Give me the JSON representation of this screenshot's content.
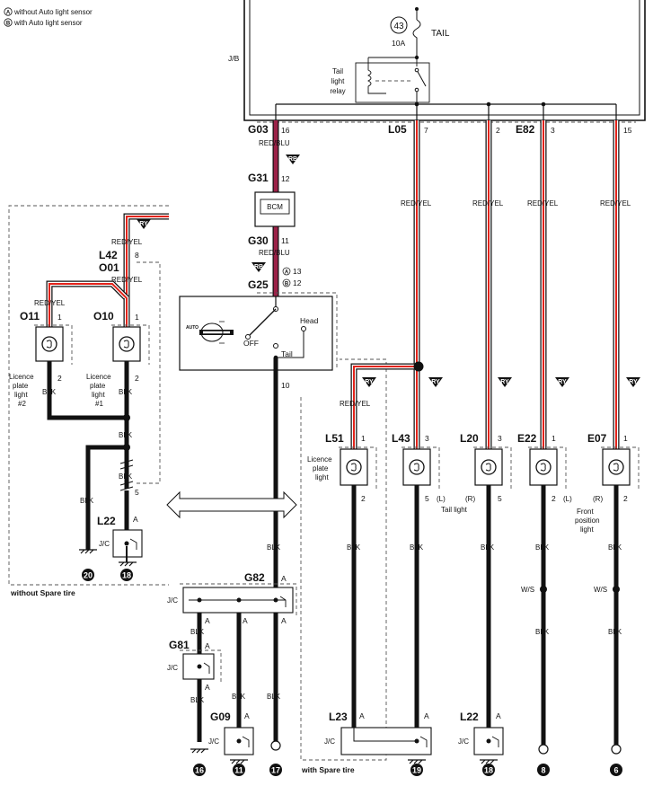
{
  "legend": {
    "a_mark": "A",
    "a_text": "without Auto light sensor",
    "b_mark": "B",
    "b_text": "with Auto light sensor"
  },
  "junction_block": {
    "label": "J/B",
    "fuse_number": "43",
    "fuse_rating": "10A",
    "fuse_name": "TAIL",
    "relay_text": [
      "Tail",
      "light",
      "relay"
    ]
  },
  "connectors": {
    "g03": "G03",
    "g03_pin": "16",
    "l05": "L05",
    "l05_pin": "7",
    "l05b_pin": "2",
    "e82": "E82",
    "e82_pin": "3",
    "e82b_pin": "15",
    "g31": "G31",
    "g31_pin": "12",
    "bcm": "BCM",
    "g30": "G30",
    "g30_pin": "11",
    "g25": "G25",
    "g25_pin_a": "13",
    "g25_pin_b": "12",
    "l42": "L42",
    "l42_pin": "8",
    "o01": "O01",
    "o11": "O11",
    "o11_pin1": "1",
    "o11_pin2": "2",
    "o10": "O10",
    "o10_pin1": "1",
    "o10_pin2": "2",
    "switch_out_pin": "10",
    "l51": "L51",
    "l51_pin1": "1",
    "l51_pin2": "2",
    "l43": "L43",
    "l43_pin1": "3",
    "l43_pin2": "5",
    "l20": "L20",
    "l20_pin1": "3",
    "l20_pin2": "5",
    "e22": "E22",
    "e22_pin1": "1",
    "e22_pin2": "2",
    "e07": "E07",
    "e07_pin1": "1",
    "e07_pin2": "2",
    "l22_left": "L22",
    "l22_left_pin": "A",
    "l42_pin5": "5",
    "g82": "G82",
    "g82_pin": "A",
    "g81": "G81",
    "g09": "G09",
    "g09_pin": "A",
    "l23": "L23",
    "l22_right": "L22",
    "jc": "J/C"
  },
  "wires": {
    "red_blu": "RED/BLU",
    "red_yel": "RED/YEL",
    "blk": "BLK",
    "ws": "W/S",
    "rb_tag": "RB",
    "ry_tag": "RY"
  },
  "switch": {
    "off": "OFF",
    "tail": "Tail",
    "head": "Head",
    "auto": "AUTO"
  },
  "component_labels": {
    "licence_plate_2": [
      "Licence",
      "plate",
      "light",
      "#2"
    ],
    "licence_plate_1": [
      "Licence",
      "plate",
      "light",
      "#1"
    ],
    "licence_plate": [
      "Licence",
      "plate",
      "light"
    ],
    "tail_light": "Tail light",
    "front_position": [
      "Front",
      "position",
      "light"
    ],
    "side_l": "(L)",
    "side_r": "(R)"
  },
  "grounds": [
    "20",
    "18",
    "16",
    "11",
    "17",
    "19",
    "18",
    "8",
    "6"
  ],
  "regions": {
    "without_spare": "without Spare tire",
    "with_spare": "with Spare tire"
  }
}
